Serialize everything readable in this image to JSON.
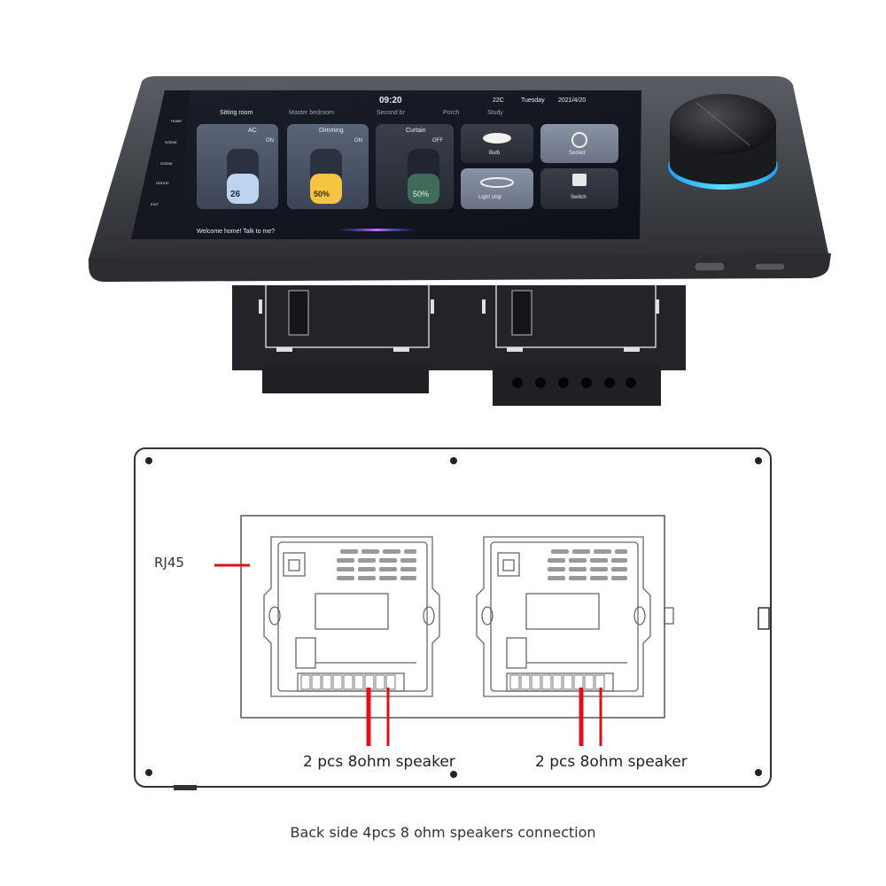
{
  "screen": {
    "time": "09:20",
    "temperature": "22C",
    "day": "Tuesday",
    "date": "2021/4/20",
    "room_tabs": [
      "Sitting room",
      "Master bedroom",
      "Second br",
      "Porch",
      "Study"
    ],
    "sidebar": [
      "HOME",
      "SCENE",
      "SCENE",
      "GROUP",
      "EXIT"
    ],
    "cards": {
      "ac": {
        "label": "AC",
        "state": "ON",
        "value": "26"
      },
      "dimming": {
        "label": "Dimming",
        "state": "ON",
        "value": "50%"
      },
      "curtain": {
        "label": "Curtain",
        "state": "OFF",
        "value": "50%"
      },
      "bulb": {
        "label": "Bulb"
      },
      "socket": {
        "label": "Socket"
      },
      "light_strip": {
        "label": "Light strip"
      },
      "switch": {
        "label": "Switch"
      }
    },
    "voice_prompt": "Welcome home! Talk to me?"
  },
  "diagram": {
    "rj45_label": "RJ45",
    "speaker_label_left": "2 pcs 8ohm speaker",
    "speaker_label_right": "2 pcs 8ohm speaker",
    "caption": "Back side  4pcs  8 ohm speakers connection"
  },
  "colors": {
    "knob_glow": "#3fd0ff",
    "wire_red": "#e0101a",
    "dimming_fill": "#f5c542",
    "curtain_fill": "#3e6b5a",
    "ac_fill": "#bcd4f0"
  }
}
